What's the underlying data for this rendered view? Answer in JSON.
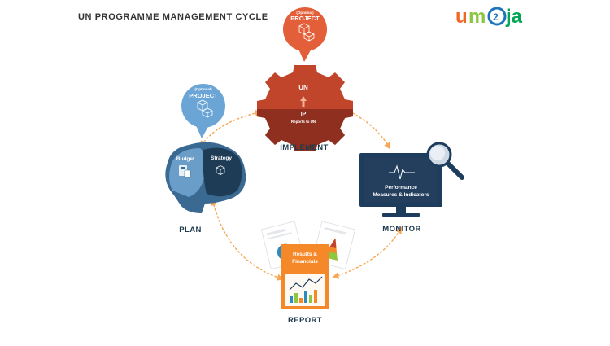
{
  "title": "UN PROGRAMME MANAGEMENT CYCLE",
  "logo": {
    "text": "umoja",
    "colors": {
      "u": "#f26522",
      "m": "#8dc63f",
      "ring": "#1c75bc",
      "ja": "#00a651"
    }
  },
  "colors": {
    "implement": "#c0452b",
    "implement_dark": "#8e2f1f",
    "plan": "#1f3c56",
    "plan_light": "#6aa5d6",
    "monitor": "#1e3d5c",
    "report": "#f5892a",
    "arrows": "#f5a755"
  },
  "stages": {
    "implement": {
      "label": "IMPLEMENT",
      "bubble_optional": "(Optional)",
      "bubble_title": "PROJECT",
      "gear_top": "UN",
      "gear_bottom": "IP",
      "gear_sub": "Reports to UN"
    },
    "plan": {
      "label": "PLAN",
      "bubble_optional": "(Optional)",
      "bubble_title": "PROJECT",
      "left_lobe": "Budget",
      "right_lobe": "Strategy"
    },
    "monitor": {
      "label": "MONITOR",
      "screen_line1": "Performance",
      "screen_line2": "Measures & Indicators"
    },
    "report": {
      "label": "REPORT",
      "doc_line1": "Results &",
      "doc_line2": "Financials"
    }
  }
}
